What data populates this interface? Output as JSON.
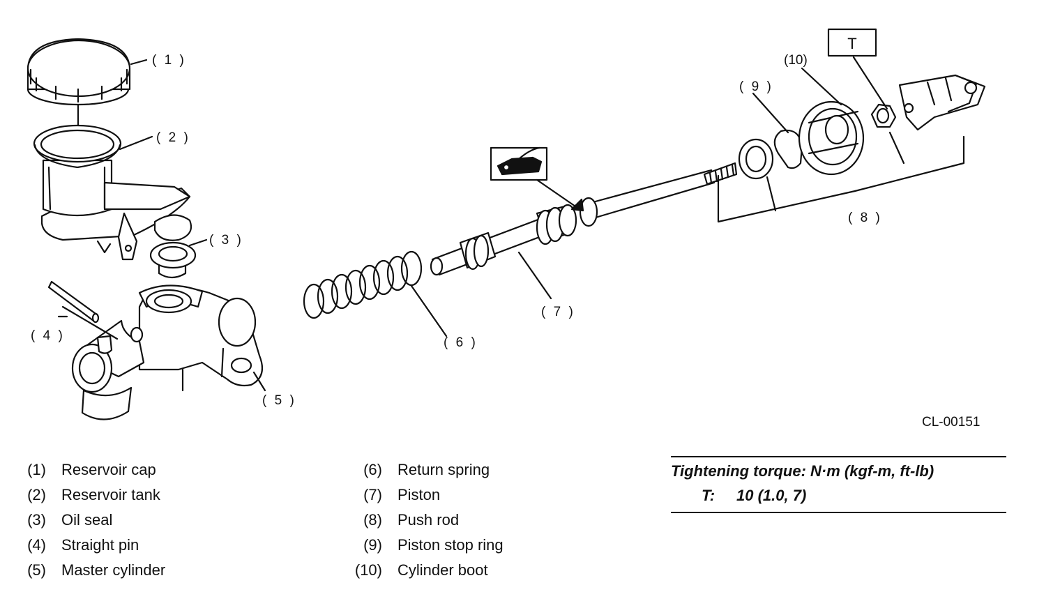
{
  "diagram": {
    "reference_code": "CL-00151",
    "torque_tag": "T",
    "callouts": [
      "( 1 )",
      "( 2 )",
      "( 3 )",
      "( 4 )",
      "( 5 )",
      "( 6 )",
      "( 7 )",
      "( 8 )",
      "( 9 )",
      "(10)"
    ]
  },
  "legend": {
    "left": [
      {
        "num": "(1)",
        "label": "Reservoir cap"
      },
      {
        "num": "(2)",
        "label": "Reservoir tank"
      },
      {
        "num": "(3)",
        "label": "Oil seal"
      },
      {
        "num": "(4)",
        "label": "Straight pin"
      },
      {
        "num": "(5)",
        "label": "Master cylinder"
      }
    ],
    "right": [
      {
        "num": "(6)",
        "label": "Return spring"
      },
      {
        "num": "(7)",
        "label": "Piston"
      },
      {
        "num": "(8)",
        "label": "Push rod"
      },
      {
        "num": "(9)",
        "label": "Piston stop ring"
      },
      {
        "num": "(10)",
        "label": "Cylinder boot"
      }
    ]
  },
  "torque": {
    "heading": "Tightening torque: N·m (kgf-m, ft-lb)",
    "label": "T:",
    "value": "10 (1.0, 7)"
  }
}
